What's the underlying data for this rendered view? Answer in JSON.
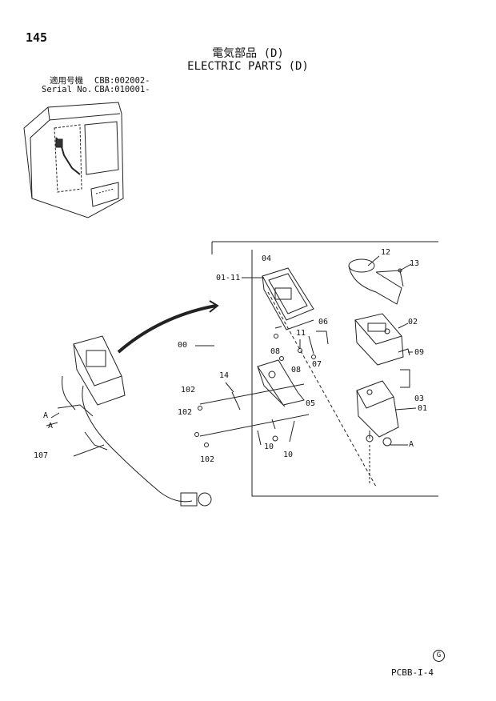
{
  "page_number": "145",
  "title_jp": "電気部品 (D)",
  "title_en": "ELECTRIC PARTS (D)",
  "serial": {
    "jp_label": "適用号機",
    "jp_value": "CBB:002002-",
    "en_label": "Serial No.",
    "en_value": "CBA:010001-"
  },
  "callouts": {
    "c04": "04",
    "c12": "12",
    "c13": "13",
    "c0111": "01-11",
    "c06": "06",
    "c02": "02",
    "c11": "11",
    "c08a": "08",
    "c08b": "08",
    "c07": "07",
    "c09": "09",
    "c00": "00",
    "c14": "14",
    "c05": "05",
    "c03": "03",
    "c01": "01",
    "c102a": "102",
    "c102b": "102",
    "c102c": "102",
    "c10a": "10",
    "c10b": "10",
    "c107": "107",
    "cA1": "A",
    "cA2": "A",
    "cA3": "A"
  },
  "footer_mark": "G",
  "page_code": "PCBB-I-4"
}
